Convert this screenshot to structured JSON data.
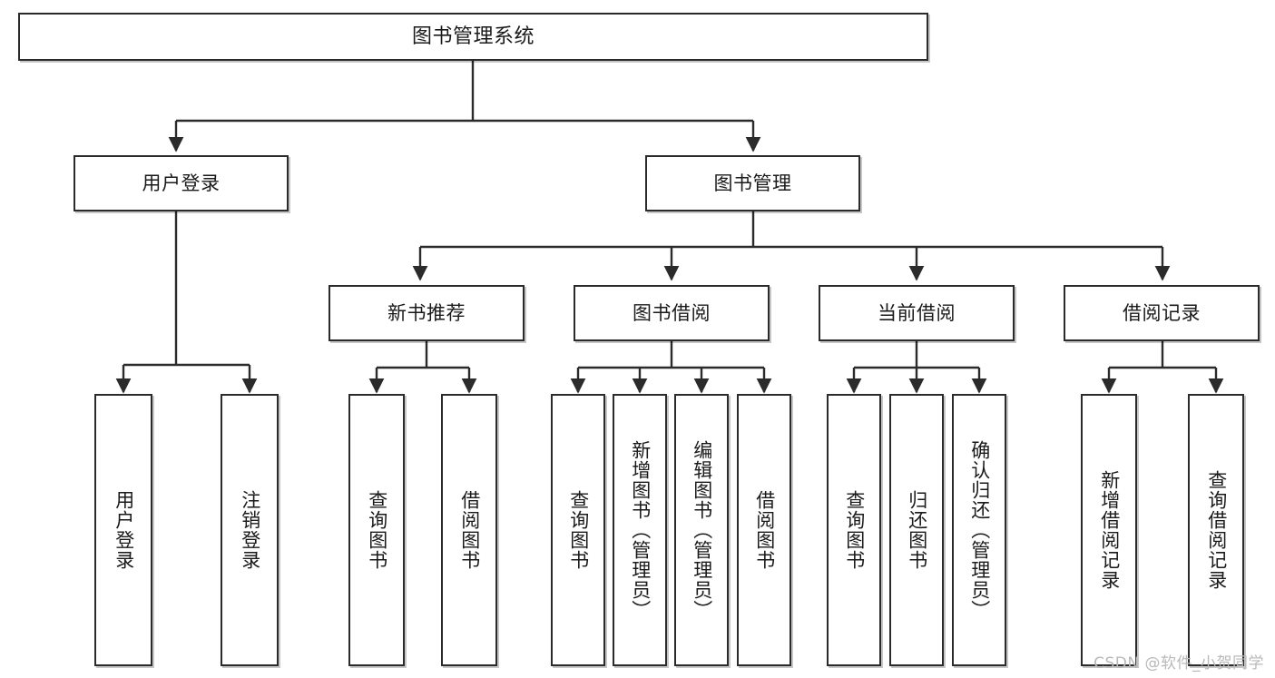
{
  "diagram": {
    "title": "图书管理系统",
    "watermark": "CSDN @软件_小贺同学",
    "colors": {
      "box_border": "#2b2b2b",
      "box_fill": "#ffffff",
      "edge": "#2b2b2b",
      "text": "#1a1a1a",
      "watermark": "#b9b9b9",
      "background": "#ffffff"
    },
    "levels": {
      "root": "图书管理系统",
      "level2": [
        "用户登录",
        "图书管理"
      ],
      "level3": [
        "新书推荐",
        "图书借阅",
        "当前借阅",
        "借阅记录"
      ]
    }
  },
  "nodes": {
    "root": {
      "label": "图书管理系统"
    },
    "user_login": {
      "label": "用户登录"
    },
    "book_manage": {
      "label": "图书管理"
    },
    "new_book_rec": {
      "label": "新书推荐"
    },
    "book_borrow": {
      "label": "图书借阅"
    },
    "current_borrow": {
      "label": "当前借阅"
    },
    "borrow_record": {
      "label": "借阅记录"
    },
    "leaf_user_login": {
      "label": "用户登录"
    },
    "leaf_logout": {
      "label": "注销登录"
    },
    "leaf_query_book_1": {
      "label": "查询图书"
    },
    "leaf_borrow_book_1": {
      "label": "借阅图书"
    },
    "leaf_query_book_2": {
      "label": "查询图书"
    },
    "leaf_add_book": {
      "label": "新增图书（管理员）"
    },
    "leaf_edit_book": {
      "label": "编辑图书（管理员）"
    },
    "leaf_borrow_book_2": {
      "label": "借阅图书"
    },
    "leaf_query_book_3": {
      "label": "查询图书"
    },
    "leaf_return_book": {
      "label": "归还图书"
    },
    "leaf_confirm_return": {
      "label": "确认归还（管理员）"
    },
    "leaf_add_record": {
      "label": "新增借阅记录"
    },
    "leaf_query_record": {
      "label": "查询借阅记录"
    }
  },
  "tree": {
    "图书管理系统": {
      "用户登录": [
        "用户登录",
        "注销登录"
      ],
      "图书管理": {
        "新书推荐": [
          "查询图书",
          "借阅图书"
        ],
        "图书借阅": [
          "查询图书",
          "新增图书（管理员）",
          "编辑图书（管理员）",
          "借阅图书"
        ],
        "当前借阅": [
          "查询图书",
          "归还图书",
          "确认归还（管理员）"
        ],
        "借阅记录": [
          "新增借阅记录",
          "查询借阅记录"
        ]
      }
    }
  }
}
